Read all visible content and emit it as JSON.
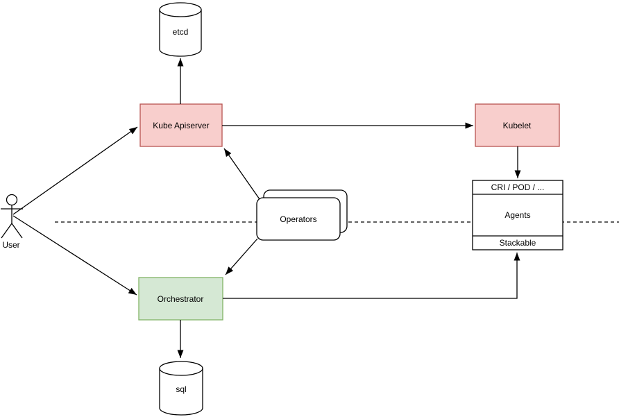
{
  "diagram": {
    "nodes": {
      "etcd": {
        "label": "etcd",
        "shape": "cylinder"
      },
      "kube_apiserver": {
        "label": "Kube Apiserver",
        "shape": "rect"
      },
      "kubelet": {
        "label": "Kubelet",
        "shape": "rect"
      },
      "operators": {
        "label": "Operators",
        "shape": "stacked-rounded-rect"
      },
      "agents": {
        "header": "CRI / POD / ...",
        "title": "Agents",
        "footer": "Stackable",
        "shape": "partitioned-rect"
      },
      "orchestrator": {
        "label": "Orchestrator",
        "shape": "rect"
      },
      "sql": {
        "label": "sql",
        "shape": "cylinder"
      },
      "user": {
        "label": "User",
        "shape": "actor"
      }
    },
    "colors": {
      "control_plane_fill": "#f8cecc",
      "control_plane_stroke": "#b85450",
      "orchestrator_fill": "#d5e8d4",
      "orchestrator_stroke": "#82b366",
      "plain_fill": "#ffffff",
      "line": "#000000"
    },
    "edges": [
      {
        "from": "kube_apiserver",
        "to": "etcd"
      },
      {
        "from": "kube_apiserver",
        "to": "kubelet"
      },
      {
        "from": "kubelet",
        "to": "agents"
      },
      {
        "from": "operators",
        "to": "kube_apiserver"
      },
      {
        "from": "operators",
        "to": "orchestrator"
      },
      {
        "from": "orchestrator",
        "to": "sql"
      },
      {
        "from": "orchestrator",
        "to": "agents_stackable"
      },
      {
        "from": "user",
        "to": "kube_apiserver"
      },
      {
        "from": "user",
        "to": "orchestrator"
      }
    ]
  }
}
